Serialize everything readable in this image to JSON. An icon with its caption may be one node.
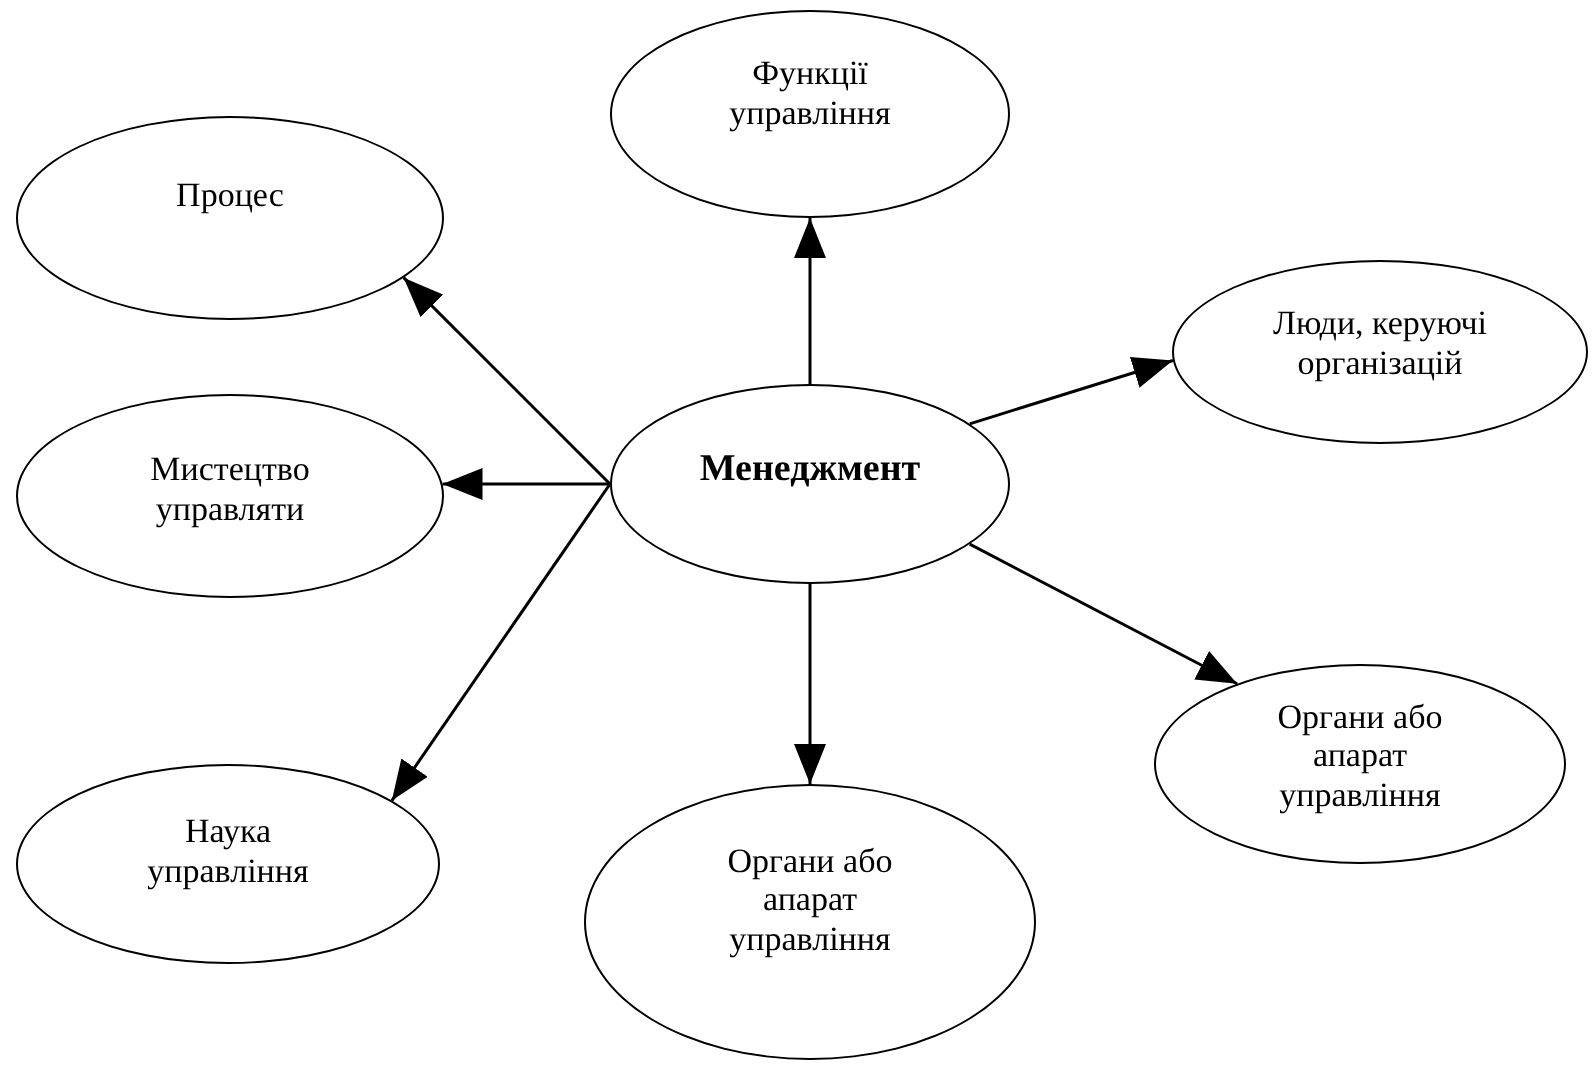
{
  "diagram": {
    "nodes": [
      {
        "text": [
          "Функції управління"
        ]
      },
      {
        "text": [
          "Процес"
        ]
      },
      {
        "text": [
          "Люди, керуючі організацій"
        ]
      },
      {
        "text": [
          "Мистецтво управляти"
        ]
      },
      {
        "text": [
          "Менеджмент"
        ]
      },
      {
        "text": [
          "Органи або апарат управління"
        ]
      },
      {
        "text": [
          "Наука управління"
        ]
      },
      {
        "text": [
          "Органи або апарат управління"
        ]
      }
    ],
    "edges": [
      {
        "from": 4,
        "to": 0,
        "arrow": "to"
      },
      {
        "from": 4,
        "to": 1,
        "arrow": "to"
      },
      {
        "from": 4,
        "to": 2,
        "arrow": "to"
      },
      {
        "from": 4,
        "to": 3,
        "arrow": "to"
      },
      {
        "from": 4,
        "to": 5,
        "arrow": "to"
      },
      {
        "from": 4,
        "to": 6,
        "arrow": "to"
      },
      {
        "from": 4,
        "to": 7,
        "arrow": "to"
      }
    ]
  }
}
